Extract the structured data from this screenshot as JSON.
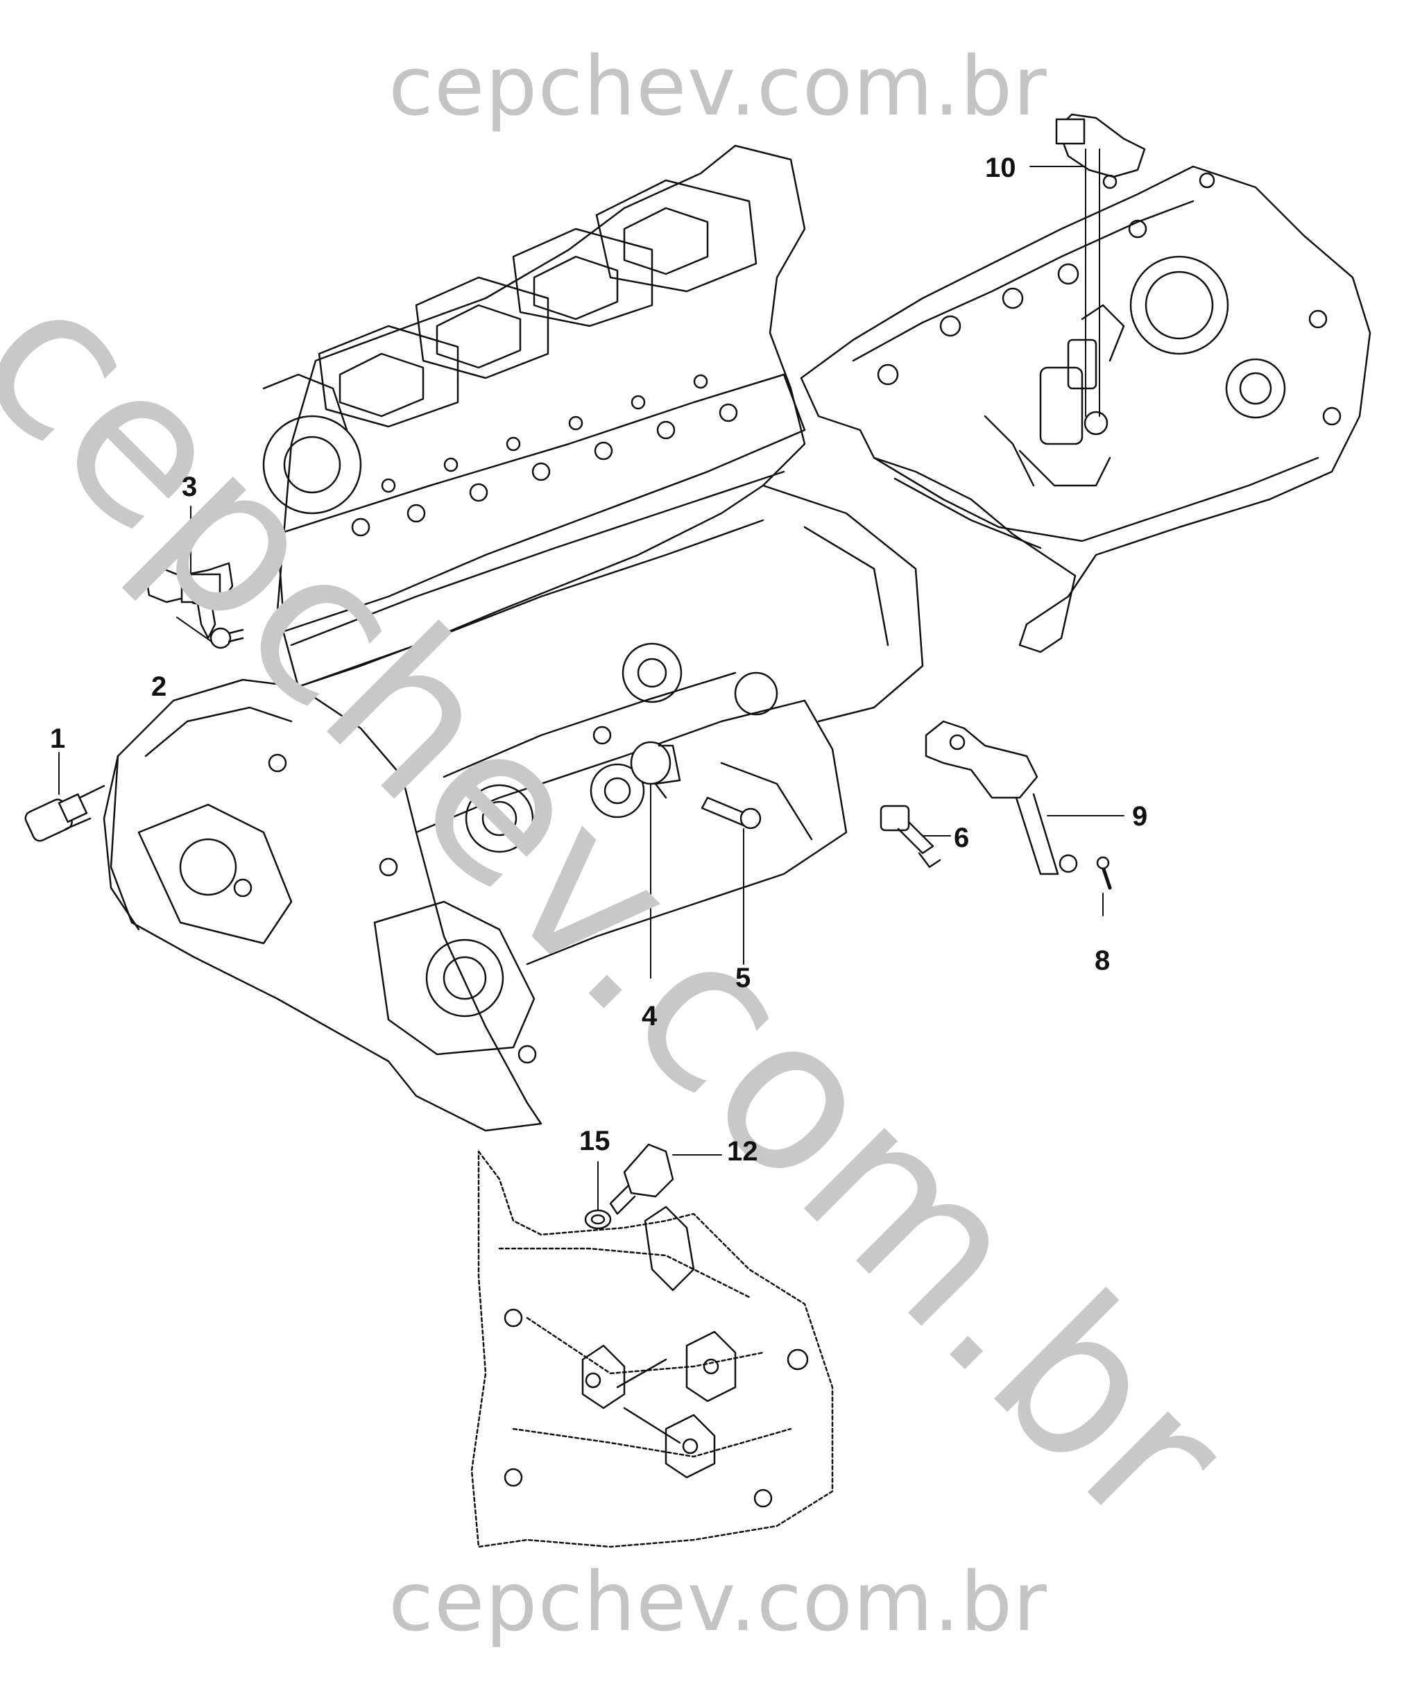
{
  "watermark": {
    "top": "cepchev.com.br",
    "diagonal": "cepchev.com.br",
    "bottom": "cepchev.com.br"
  },
  "callouts": {
    "c1": "1",
    "c2": "2",
    "c3": "3",
    "c4": "4",
    "c5": "5",
    "c6": "6",
    "c8": "8",
    "c9": "9",
    "c10": "10",
    "c12": "12",
    "c15": "15"
  },
  "colors": {
    "line": "#111111",
    "watermark": "#c4c4c4"
  }
}
